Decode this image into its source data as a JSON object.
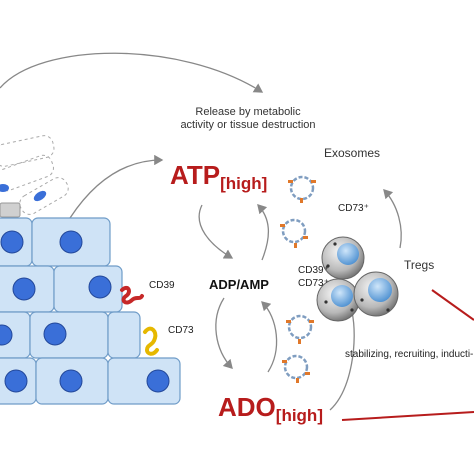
{
  "release_text": "Release by metabolic activity or tissue destruction",
  "atp": {
    "main": "ATP",
    "sub": "[high]"
  },
  "adp_amp": "ADP/AMP",
  "ado": {
    "main": "ADO",
    "sub": "[high]"
  },
  "exosomes": "Exosomes",
  "cd73_plus": "CD73⁺",
  "cd39_plus_cd73_plus": [
    "CD39⁺",
    "CD73⁺"
  ],
  "tregs": "Tregs",
  "cd39": "CD39",
  "cd73": "CD73",
  "treg_action": "stabilizing, recruiting, inducti-",
  "colors": {
    "red": "#b71c1c",
    "cell_fill": "#cfe3f6",
    "nucleus": "#3a6fd8",
    "arrow": "#888888"
  }
}
